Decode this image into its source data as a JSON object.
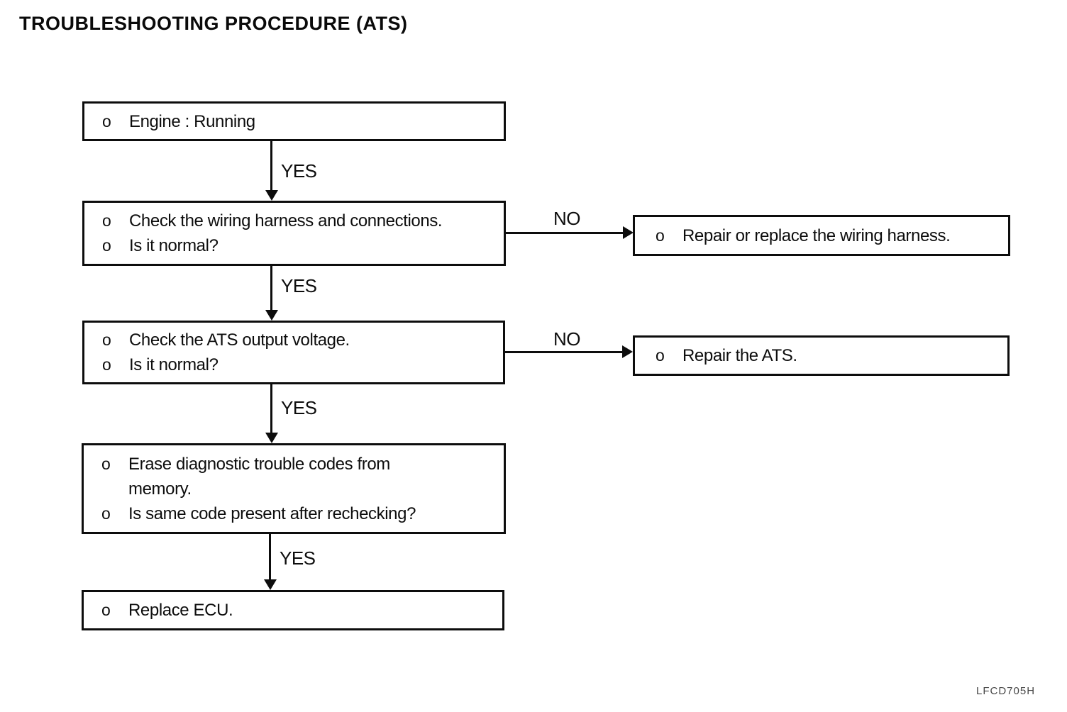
{
  "page": {
    "title": "TROUBLESHOOTING PROCEDURE (ATS)",
    "figure_code": "LFCD705H"
  },
  "flowchart": {
    "bullet": "o",
    "labels": {
      "yes": "YES",
      "no": "NO"
    },
    "nodes": [
      {
        "name": "engine-running",
        "items": [
          {
            "lines": [
              "Engine : Running"
            ]
          }
        ]
      },
      {
        "name": "check-wiring-harness",
        "items": [
          {
            "lines": [
              "Check the wiring harness and connections."
            ]
          },
          {
            "lines": [
              "Is it normal?"
            ]
          }
        ]
      },
      {
        "name": "check-ats-output-voltage",
        "items": [
          {
            "lines": [
              "Check the ATS output voltage."
            ]
          },
          {
            "lines": [
              "Is it normal?"
            ]
          }
        ]
      },
      {
        "name": "erase-diagnostic-codes",
        "items": [
          {
            "lines": [
              "Erase diagnostic trouble codes from",
              "memory."
            ]
          },
          {
            "lines": [
              "Is same code present after rechecking?"
            ]
          }
        ]
      },
      {
        "name": "replace-ecu",
        "items": [
          {
            "lines": [
              "Replace ECU."
            ]
          }
        ]
      },
      {
        "name": "repair-or-replace-wiring-harness",
        "items": [
          {
            "lines": [
              "Repair or replace the wiring harness."
            ]
          }
        ]
      },
      {
        "name": "repair-ats",
        "items": [
          {
            "lines": [
              "Repair the ATS."
            ]
          }
        ]
      }
    ]
  }
}
